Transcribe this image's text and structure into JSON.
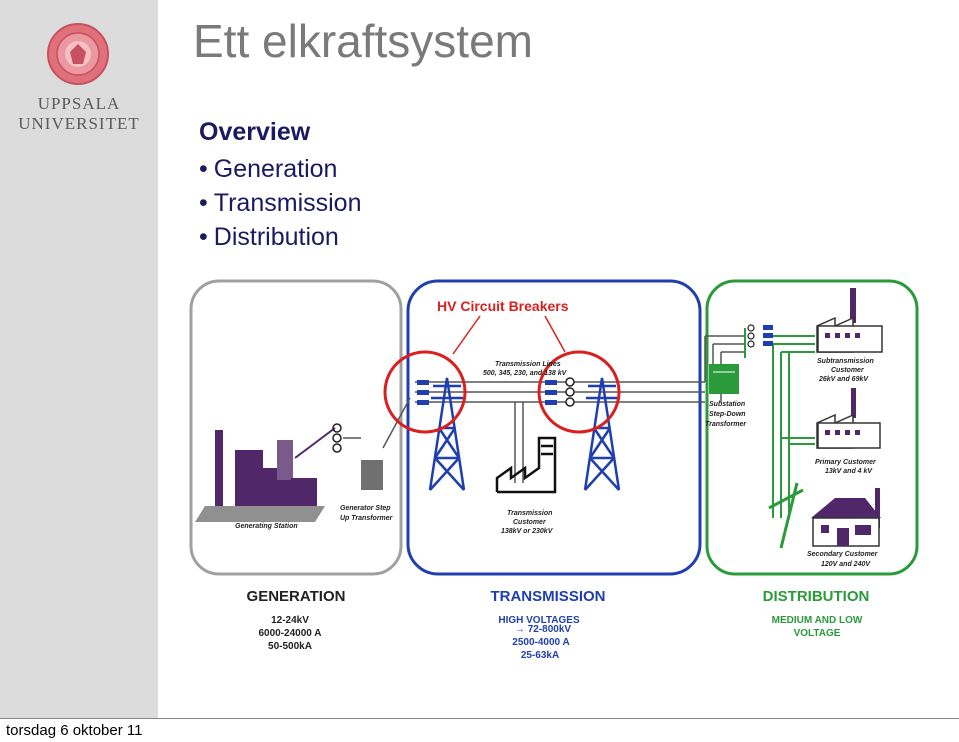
{
  "sidebar": {
    "logo_alt": "Uppsala Universitet seal",
    "university_line1": "UPPSALA",
    "university_line2": "UNIVERSITET"
  },
  "slide": {
    "title": "Ett elkraftsystem",
    "overview": "Overview",
    "bullets": [
      "Generation",
      "Transmission",
      "Distribution"
    ]
  },
  "diagram": {
    "hv_breakers": "HV Circuit Breakers",
    "transmission_lines": "Transmission Lines",
    "transmission_lines_voltages": "500, 345, 230, and 138 kV",
    "generating_station": "Generating Station",
    "gen_transformer_1": "Generator Step",
    "gen_transformer_2": "Up Transformer",
    "substation_1": "Substation",
    "substation_2": "Step-Down",
    "substation_3": "Transformer",
    "sub_customer_1": "Subtransmission",
    "sub_customer_2": "Customer",
    "sub_customer_3": "26kV and 69kV",
    "trans_customer_1": "Transmission",
    "trans_customer_2": "Customer",
    "trans_customer_3": "138kV or 230kV",
    "primary_customer_1": "Primary Customer",
    "primary_customer_2": "13kV and 4 kV",
    "secondary_customer_1": "Secondary Customer",
    "secondary_customer_2": "120V and 240V",
    "generation_heading": "GENERATION",
    "generation_line1": "12-24kV",
    "generation_line2": "6000-24000 A",
    "generation_line3": "50-500kA",
    "transmission_heading": "TRANSMISSION",
    "transmission_line1": "HIGH VOLTAGES",
    "transmission_line2": "→ 72-800kV",
    "transmission_line3": "2500-4000 A",
    "transmission_line4": "25-63kA",
    "distribution_heading": "DISTRIBUTION",
    "distribution_line1": "MEDIUM AND LOW",
    "distribution_line2": "VOLTAGE",
    "colors": {
      "generation": "#9a9a9a",
      "transmission": "#1f3fb0",
      "distribution": "#2a9a3a",
      "breaker": "#d82020",
      "structure": "#50286a"
    }
  },
  "footer": {
    "date": "torsdag 6 oktober 11"
  }
}
